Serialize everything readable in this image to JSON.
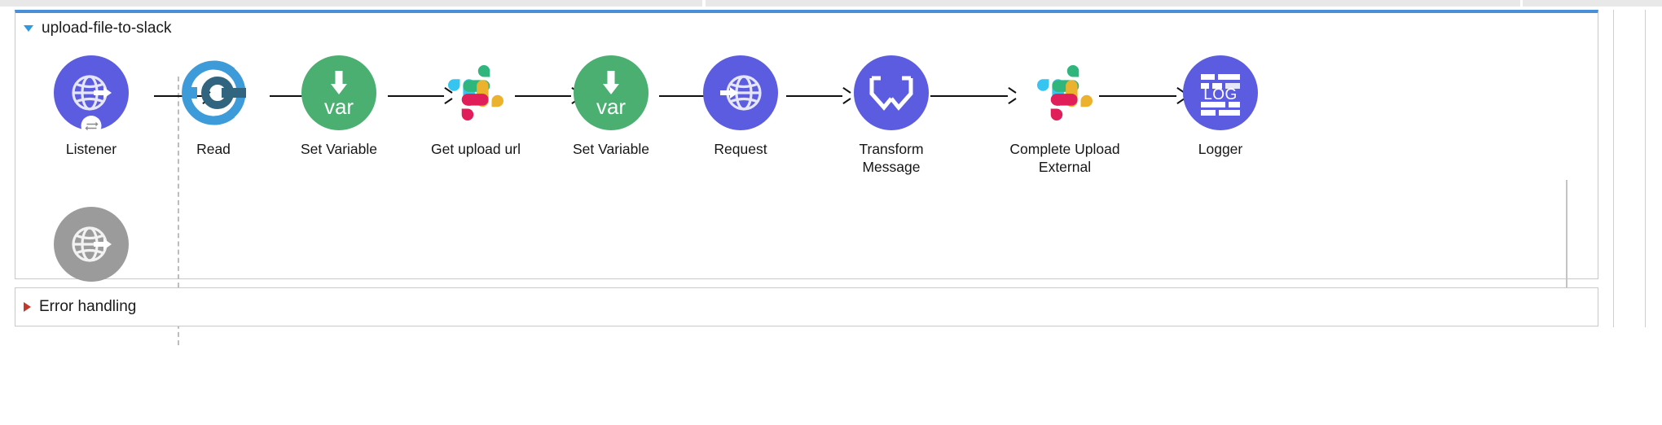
{
  "window": {
    "canvas_kind": "mule-flow-canvas"
  },
  "flow": {
    "name": "upload-file-to-slack",
    "expanded": true,
    "toggle_icon": "triangle-down-icon",
    "accent_color": "#4a90d9",
    "nodes": [
      {
        "id": "listener",
        "label": "Listener",
        "icon": "http-listener-globe-icon",
        "style": "purple",
        "badge": "sync-exchange-icon"
      },
      {
        "id": "read",
        "label": "Read",
        "icon": "file-read-icon",
        "style": "plain",
        "badge": null
      },
      {
        "id": "set-variable-1",
        "label": "Set Variable",
        "icon": "set-variable-var-icon",
        "style": "green",
        "badge": null
      },
      {
        "id": "get-upload-url",
        "label": "Get upload url",
        "icon": "slack-icon",
        "style": "plain",
        "badge": null
      },
      {
        "id": "set-variable-2",
        "label": "Set Variable",
        "icon": "set-variable-var-icon",
        "style": "green",
        "badge": null
      },
      {
        "id": "request",
        "label": "Request",
        "icon": "http-request-globe-icon",
        "style": "purple",
        "badge": null
      },
      {
        "id": "transform",
        "label": "Transform\nMessage",
        "icon": "dataweave-transform-icon",
        "style": "purple",
        "badge": null
      },
      {
        "id": "complete-upload",
        "label": "Complete Upload\nExternal",
        "icon": "slack-icon",
        "style": "plain",
        "badge": null
      },
      {
        "id": "logger",
        "label": "Logger",
        "icon": "logger-log-icon",
        "style": "purple",
        "badge": null
      }
    ],
    "response_node": {
      "id": "listener-response",
      "label": "",
      "icon": "http-response-globe-icon",
      "style": "gray"
    }
  },
  "error_handling": {
    "label": "Error handling",
    "expanded": false,
    "toggle_icon": "triangle-right-icon",
    "accent_color": "#c0392b"
  },
  "colors": {
    "node_purple": "#5c5ce0",
    "node_green": "#4caf72",
    "node_gray": "#9b9b9b",
    "flow_accent": "#4a90d9",
    "connector": "#111111",
    "return_connector": "#c4c4c4",
    "slack_blue": "#36c5f0",
    "slack_green": "#2eb67d",
    "slack_red": "#e01e5a",
    "slack_yellow": "#ecb22e",
    "read_light_blue": "#3d9bd9",
    "read_dark_blue": "#31647f"
  }
}
